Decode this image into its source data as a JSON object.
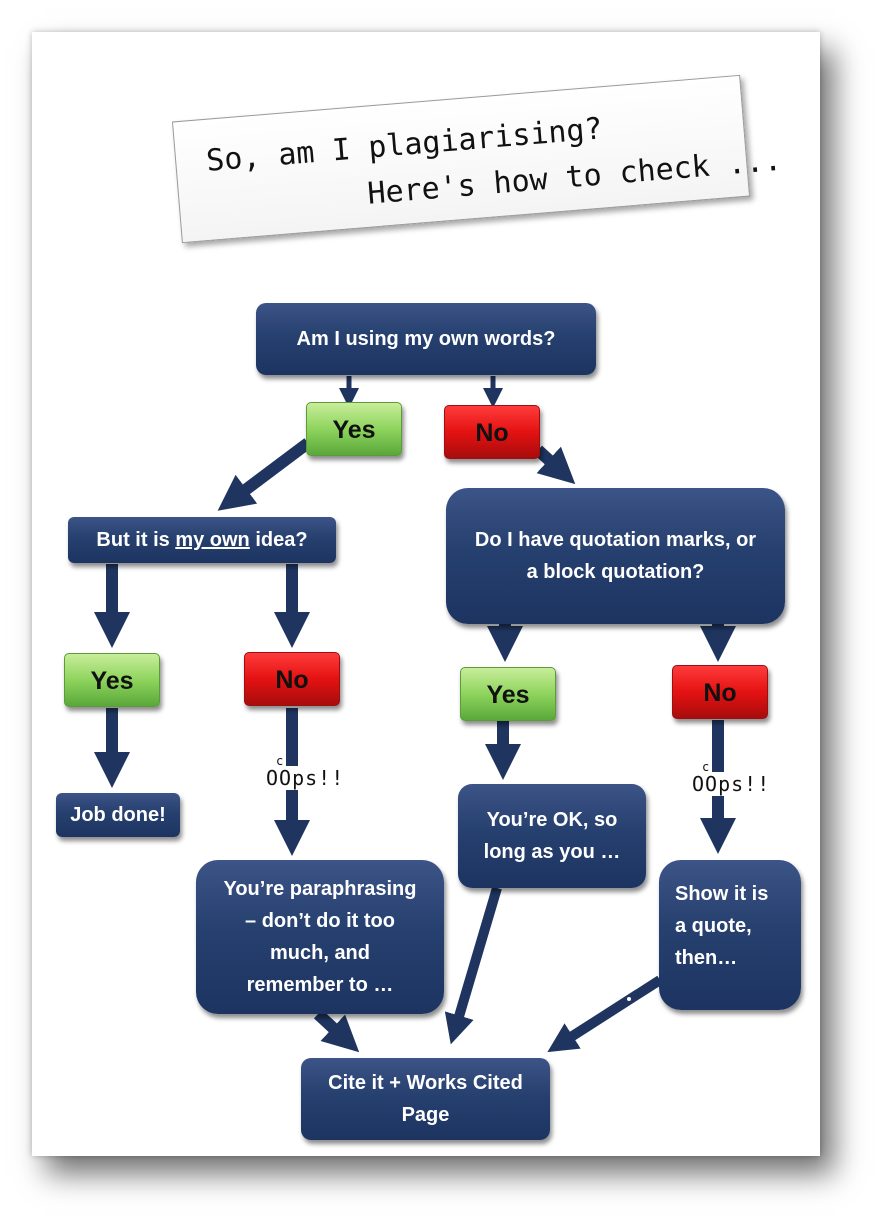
{
  "note": {
    "line1": "So, am I plagiarising?",
    "line2": "Here's how to check ..."
  },
  "nodes": {
    "q1": "Am I using my own words?",
    "q1_yes": "Yes",
    "q1_no": "No",
    "q2_before": "But it is ",
    "q2_underlined": "my own",
    "q2_after": " idea?",
    "q3_line1": "Do I have quotation marks, or",
    "q3_line2": "a block quotation?",
    "q2_yes": "Yes",
    "q2_no": "No",
    "q3_yes": "Yes",
    "q3_no": "No",
    "job_done": "Job done!",
    "paraphrasing": [
      "You’re paraphrasing",
      "–  don’t do it too",
      "much, and",
      "remember to …"
    ],
    "ok": [
      "You’re OK, so",
      "long as you …"
    ],
    "show_quote": [
      "Show it is",
      "a quote,",
      "then…"
    ],
    "cite": [
      "Cite it + Works Cited",
      "Page"
    ]
  },
  "oops": {
    "left": "OOps!!",
    "right": "OOps!!"
  },
  "colors": {
    "box": "#26406f",
    "arrow": "#1f3560",
    "yes": "#8ed45d",
    "no": "#e41212"
  }
}
